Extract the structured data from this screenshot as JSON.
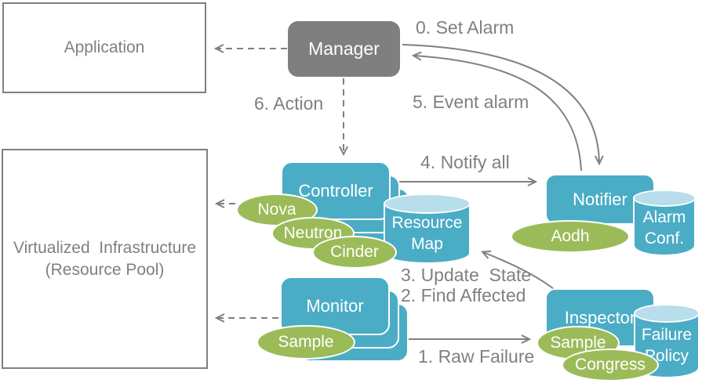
{
  "colors": {
    "node_blue": "#4BACC6",
    "cylinder_top_blue": "#B7DEEA",
    "plugin_green": "#9BBB59",
    "manager_gray": "#7F7F7F",
    "line_gray": "#808080",
    "label_white": "#FFFFFF"
  },
  "nodes": {
    "application": {
      "label": "Application"
    },
    "virtualized_infrastructure": {
      "line1": "Virtualized  Infrastructure",
      "line2": "(Resource Pool)"
    },
    "manager": {
      "label": "Manager"
    },
    "controller": {
      "label": "Controller",
      "plugins": [
        {
          "label": "Nova"
        },
        {
          "label": "Neutron"
        },
        {
          "label": "Cinder"
        }
      ]
    },
    "resource_map": {
      "line1": "Resource",
      "line2": "Map"
    },
    "notifier": {
      "label": "Notifier",
      "plugin": "Aodh",
      "datastore": {
        "line1": "Alarm",
        "line2": "Conf."
      }
    },
    "monitor": {
      "label": "Monitor",
      "plugin": "Sample"
    },
    "inspector": {
      "label": "Inspector",
      "plugins": [
        {
          "label": "Sample"
        },
        {
          "label": "Congress"
        }
      ],
      "datastore": {
        "line1": "Failure",
        "line2": "Policy"
      }
    }
  },
  "steps": {
    "set_alarm": "0. Set Alarm",
    "raw_failure": "1. Raw Failure",
    "find_affected": "2. Find Affected",
    "update_state": "3. Update  State",
    "notify_all": "4. Notify all",
    "event_alarm": "5. Event alarm",
    "action": "6. Action"
  }
}
